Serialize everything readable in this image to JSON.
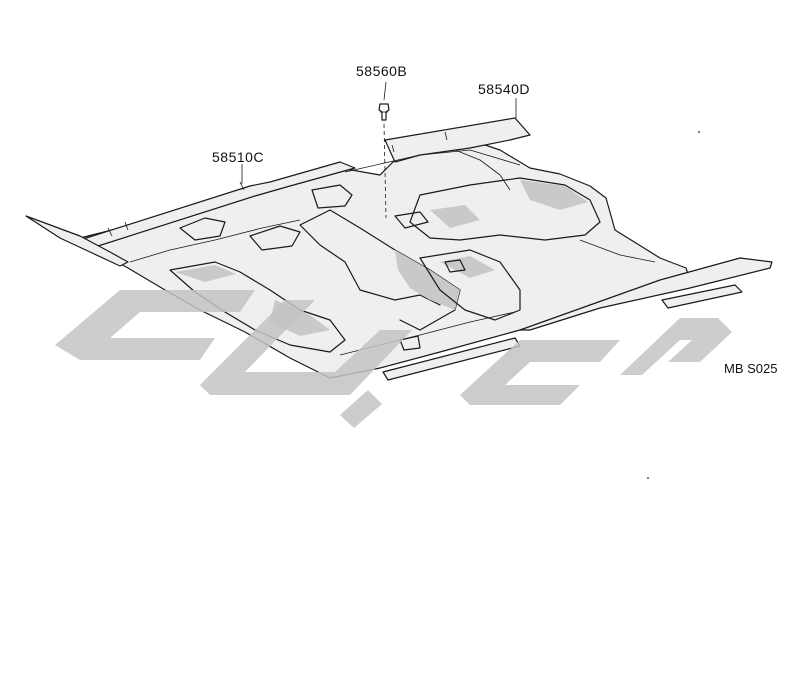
{
  "diagram": {
    "parts": [
      {
        "id": "carpet-front",
        "label": "58510C"
      },
      {
        "id": "carpet-rear",
        "label": "58540D"
      },
      {
        "id": "clip",
        "label": "58560B"
      }
    ],
    "figure_code": "MB S025",
    "watermark_icon": "logo-watermark"
  }
}
